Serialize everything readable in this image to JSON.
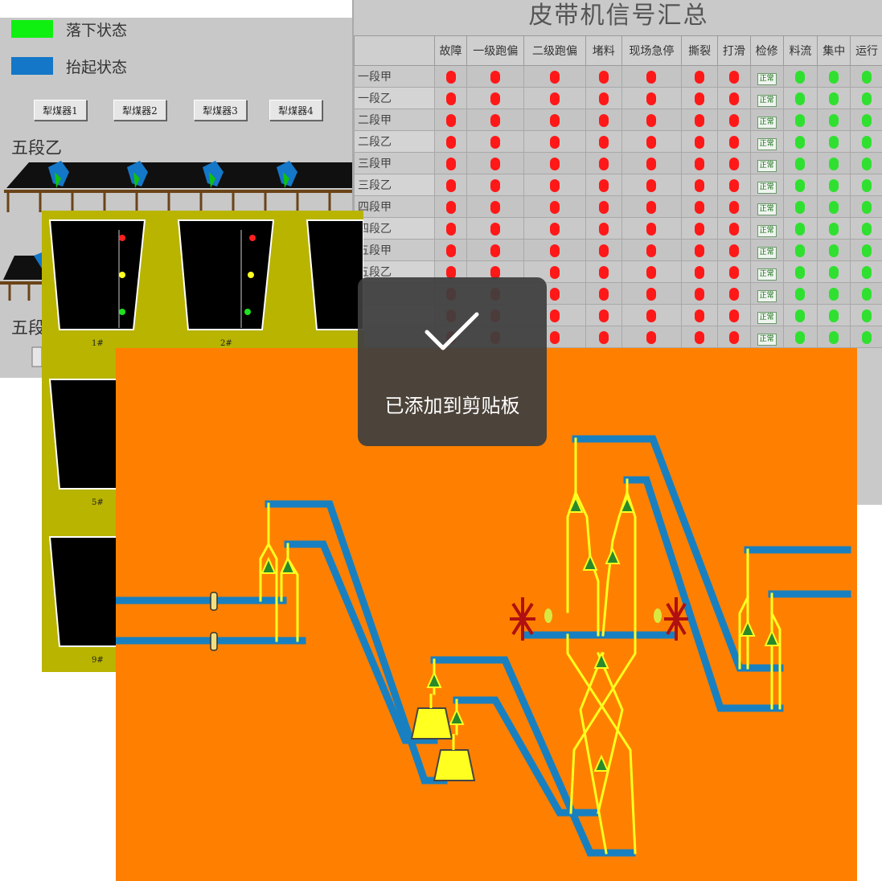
{
  "colors": {
    "falling": "#10f010",
    "lifted": "#1477c8",
    "lamp_red": "#ff1818",
    "lamp_green": "#30e030",
    "orange_bg": "#ff8000",
    "belt": "#1880c0",
    "chute": "#ffff20",
    "toast_bg": "#3e3e3e"
  },
  "left_panel": {
    "legend": [
      {
        "label": "落下状态",
        "color": "#10f010"
      },
      {
        "label": "抬起状态",
        "color": "#1477c8"
      }
    ],
    "buttons": [
      "犁煤器1",
      "犁煤器2",
      "犁煤器3",
      "犁煤器4"
    ],
    "section_1": "五段乙",
    "section_2": "五段"
  },
  "hopper_panel": {
    "labels": [
      "1#",
      "2#",
      "5#",
      "9#"
    ]
  },
  "signal_table": {
    "title": "皮带机信号汇总",
    "columns": [
      "故障",
      "一级跑偏",
      "二级跑偏",
      "堵料",
      "现场急停",
      "撕裂",
      "打滑",
      "检修",
      "料流",
      "集中",
      "运行"
    ],
    "rows": [
      "一段甲",
      "一段乙",
      "二段甲",
      "二段乙",
      "三段甲",
      "三段乙",
      "四段甲",
      "四段乙",
      "五段甲",
      "五段乙",
      "",
      "",
      ""
    ],
    "maintenance_tag": "正常"
  },
  "toast": {
    "icon": "checkmark-icon",
    "message": "已添加到剪贴板"
  }
}
